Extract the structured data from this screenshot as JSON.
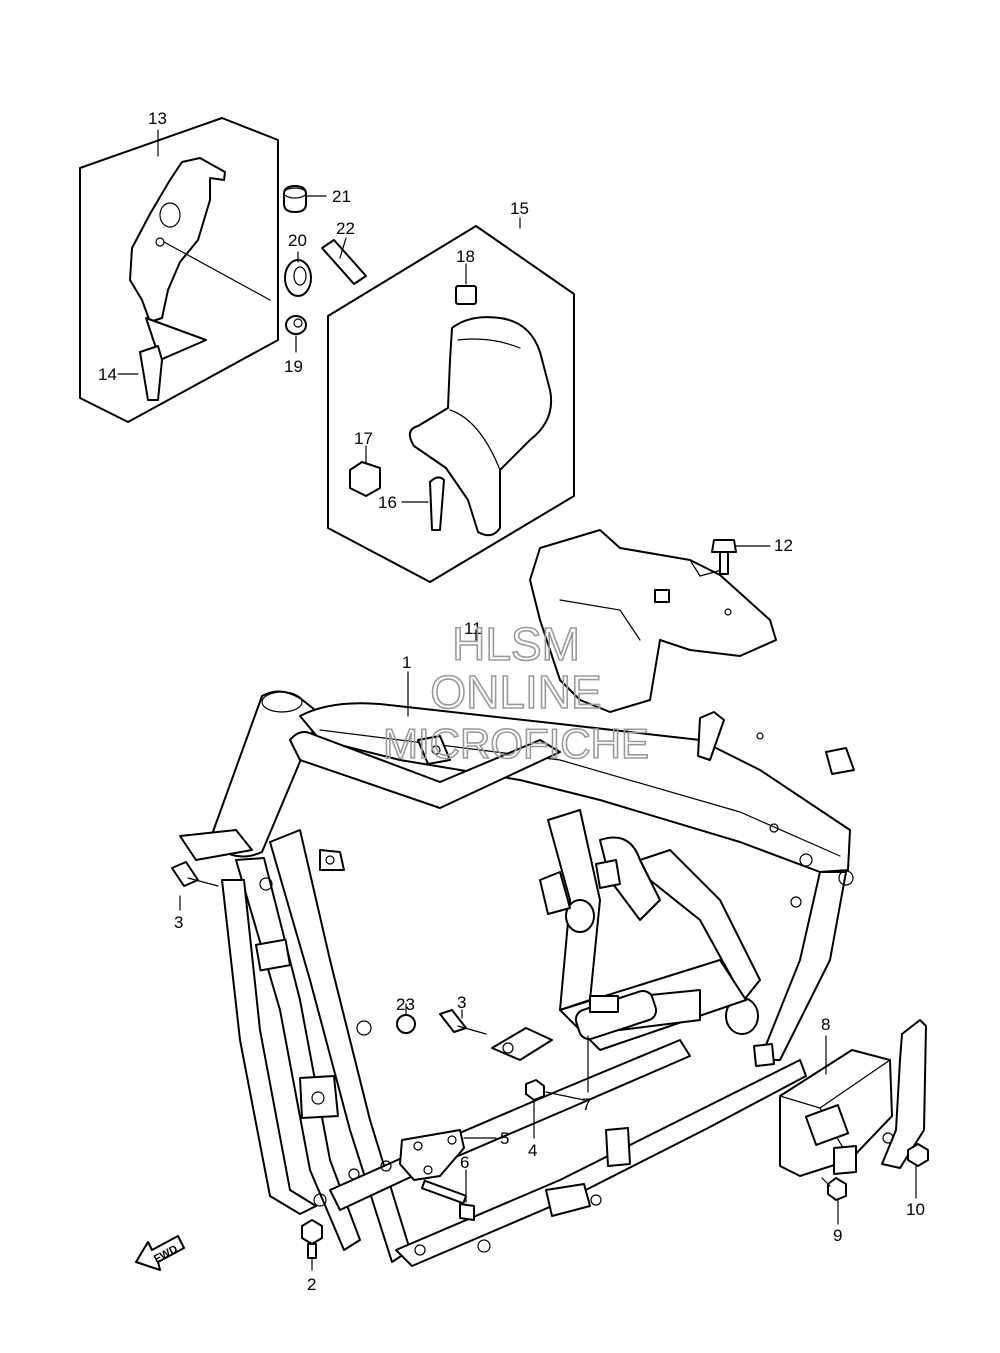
{
  "callouts": {
    "c1": "1",
    "c2": "2",
    "c3a": "3",
    "c3b": "3",
    "c4": "4",
    "c5": "5",
    "c6": "6",
    "c7": "7",
    "c8": "8",
    "c9": "9",
    "c10": "10",
    "c11": "11",
    "c12": "12",
    "c13": "13",
    "c14": "14",
    "c15": "15",
    "c16": "16",
    "c17": "17",
    "c18": "18",
    "c19": "19",
    "c20": "20",
    "c21": "21",
    "c22": "22",
    "c23": "23"
  },
  "watermark": {
    "line1": "HLSM",
    "line2": "ONLINE",
    "line3": "MICROFICHE"
  },
  "fwd_label": "FWD"
}
